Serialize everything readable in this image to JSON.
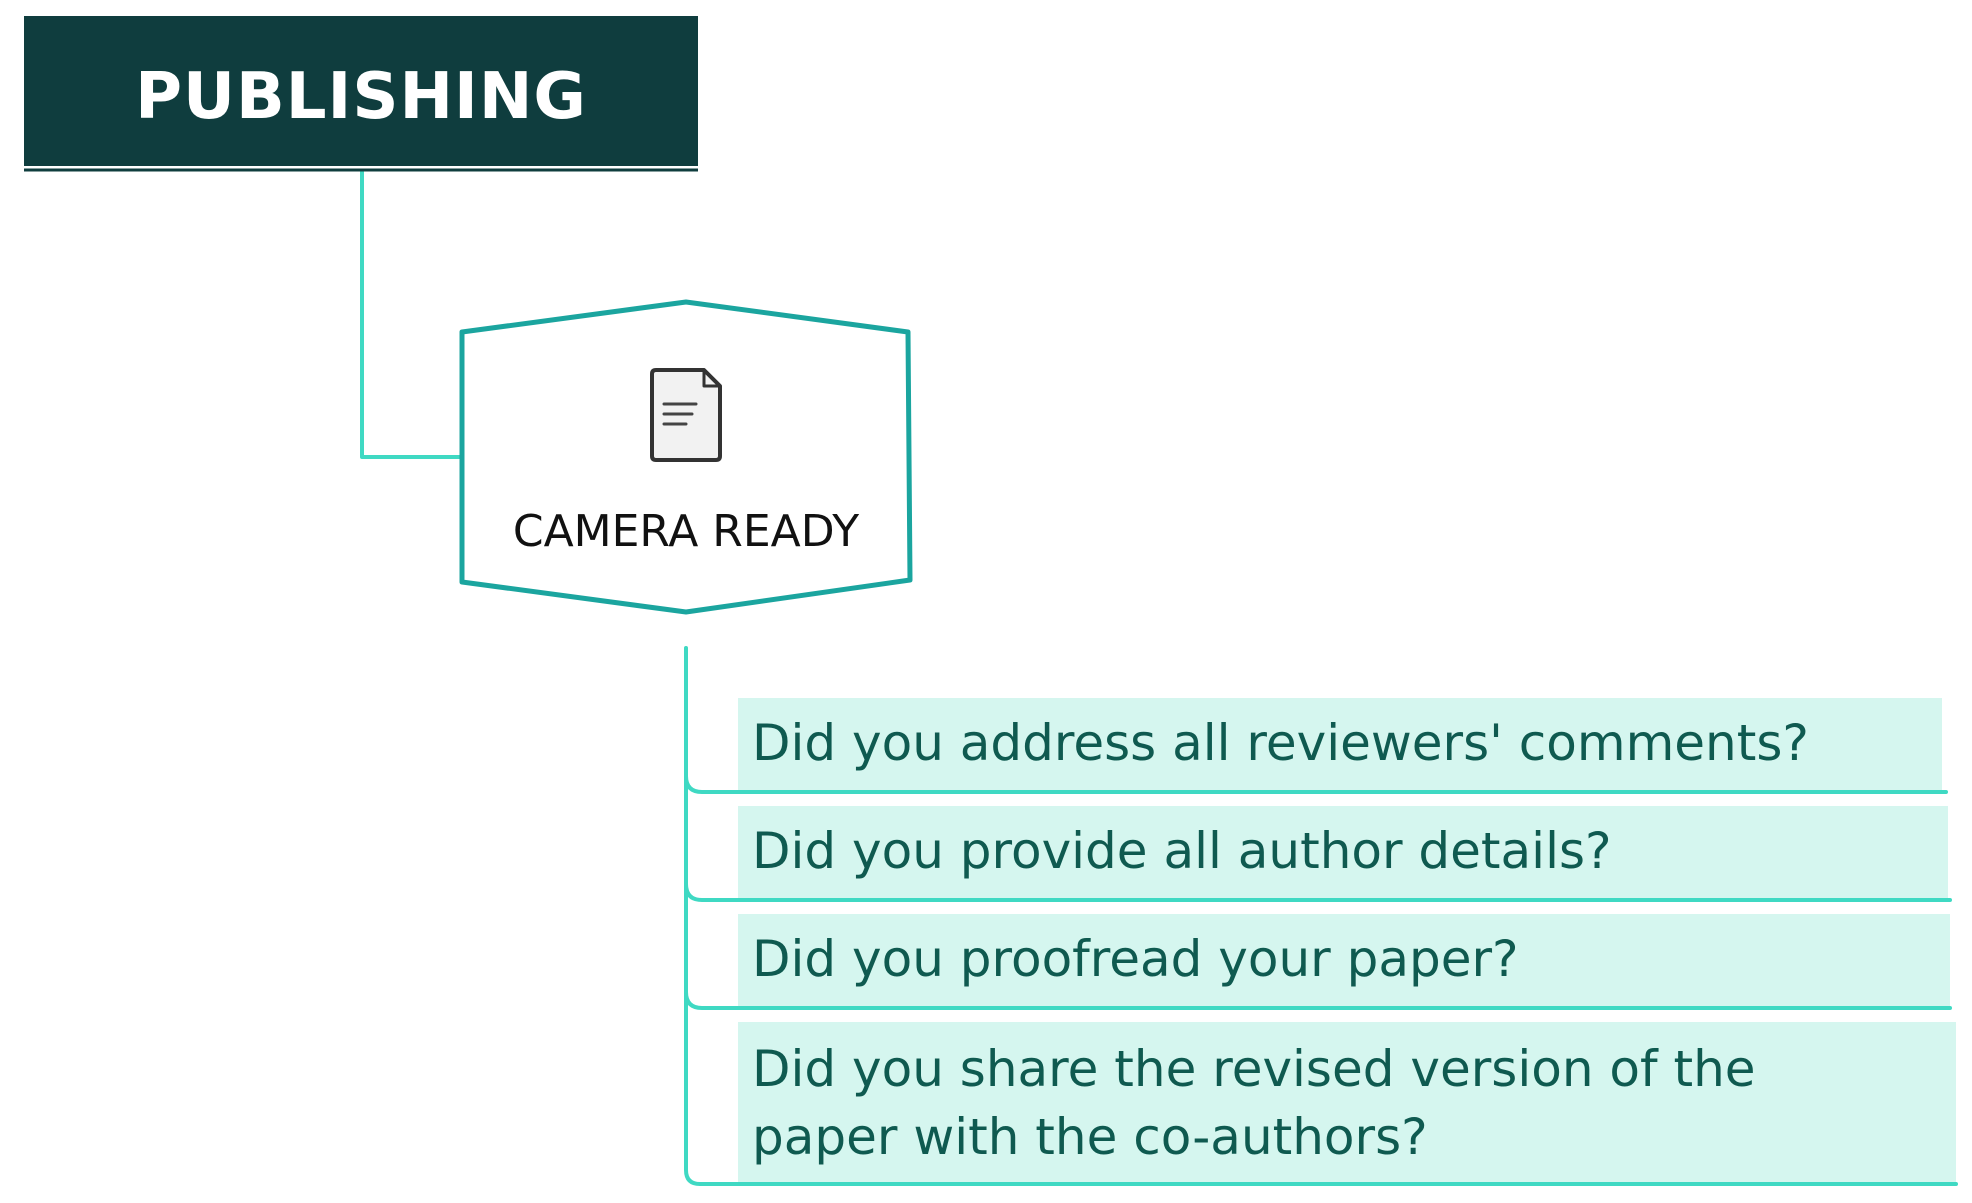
{
  "root": {
    "title": "PUBLISHING"
  },
  "stage": {
    "title": "CAMERA READY",
    "icon": "document-icon"
  },
  "checklist": {
    "items": [
      {
        "lines": [
          "Did you address all reviewers' comments?"
        ]
      },
      {
        "lines": [
          "Did you provide all author details?"
        ]
      },
      {
        "lines": [
          "Did you proofread your paper?"
        ]
      },
      {
        "lines": [
          "Did you share the revised version of the",
          "paper with the co-authors?"
        ]
      }
    ]
  },
  "colors": {
    "root_fill": "#0f3d3e",
    "root_text": "#ffffff",
    "connector": "#3fd9c3",
    "hexagon_stroke": "#1ba59f",
    "item_fill": "#d5f6ef",
    "item_text": "#0f5a50",
    "item_underline": "#3fd9c3"
  }
}
